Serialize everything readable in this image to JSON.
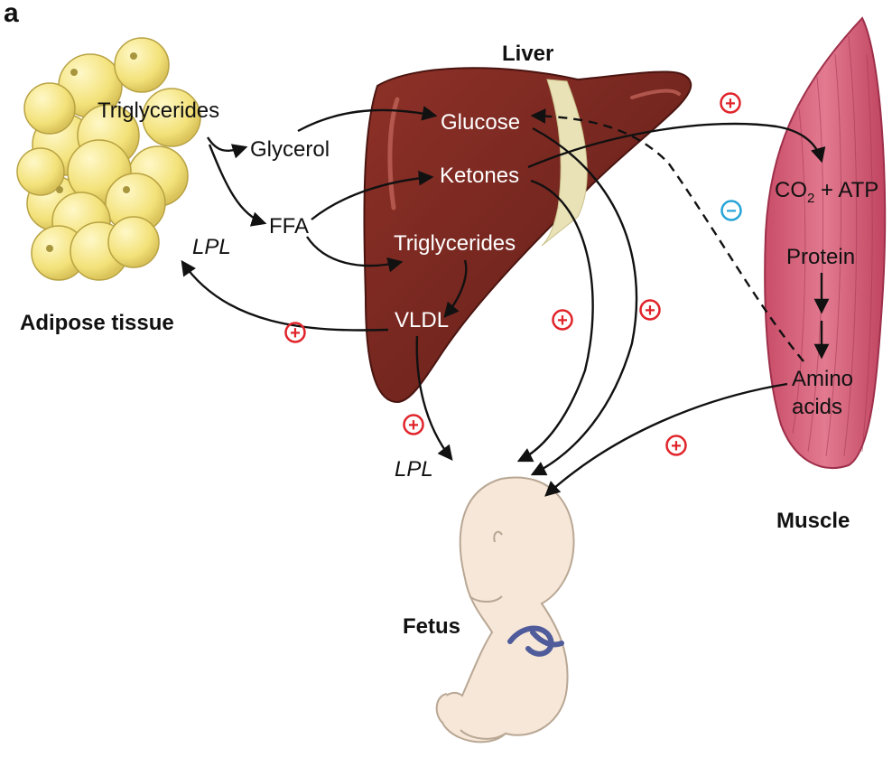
{
  "panel_label": "a",
  "organs": {
    "liver": "Liver",
    "adipose": "Adipose tissue",
    "muscle": "Muscle",
    "fetus": "Fetus"
  },
  "adipose_labels": {
    "triglycerides": "Triglycerides",
    "glycerol": "Glycerol",
    "ffa": "FFA",
    "lpl": "LPL"
  },
  "liver_labels": {
    "glucose": "Glucose",
    "ketones": "Ketones",
    "triglycerides": "Triglycerides",
    "vldl": "VLDL"
  },
  "muscle_labels": {
    "co2_prefix": "CO",
    "co2_sub": "2",
    "co2_suffix": " + ATP",
    "protein": "Protein",
    "amino_line1": "Amino",
    "amino_line2": "acids"
  },
  "fetus_labels": {
    "lpl": "LPL"
  },
  "signs": {
    "plus": "+",
    "minus": "−"
  },
  "colors": {
    "liver": "#7a2a22",
    "liver_dark": "#5e1d17",
    "adipose": "#f3e27a",
    "muscle": "#d9637c",
    "fetus": "#f6e7d8",
    "plus_sign": "#e0242a",
    "minus_sign": "#27a4d6",
    "cord": "#4f5b9a"
  }
}
